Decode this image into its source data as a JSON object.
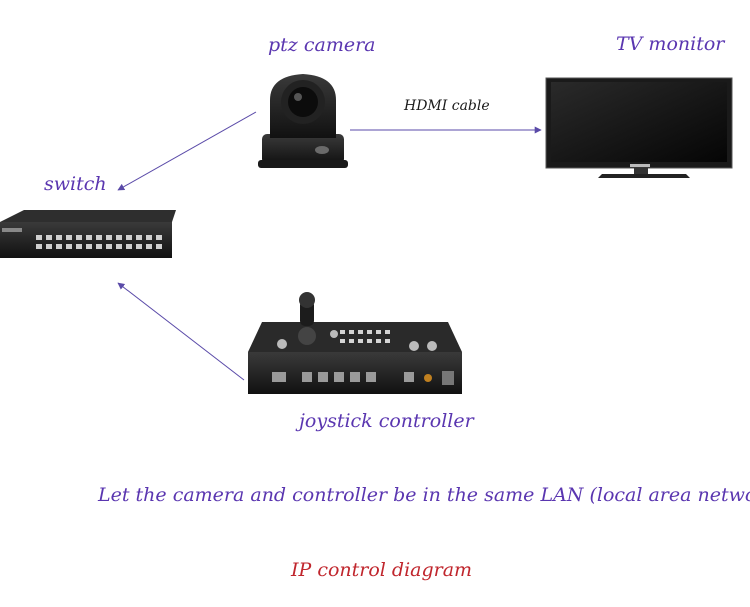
{
  "devices": {
    "ptz_camera": "ptz camera",
    "tv_monitor": "TV monitor",
    "switch": "switch",
    "joystick_controller": "joystick controller"
  },
  "connections": {
    "hdmi": "HDMI cable"
  },
  "notes": {
    "lan": "Let the camera and controller be in the same LAN (local area network)"
  },
  "title": "IP control diagram",
  "colors": {
    "label": "#5a36b0",
    "title": "#c0262d",
    "arrow": "#5a4aa8"
  }
}
